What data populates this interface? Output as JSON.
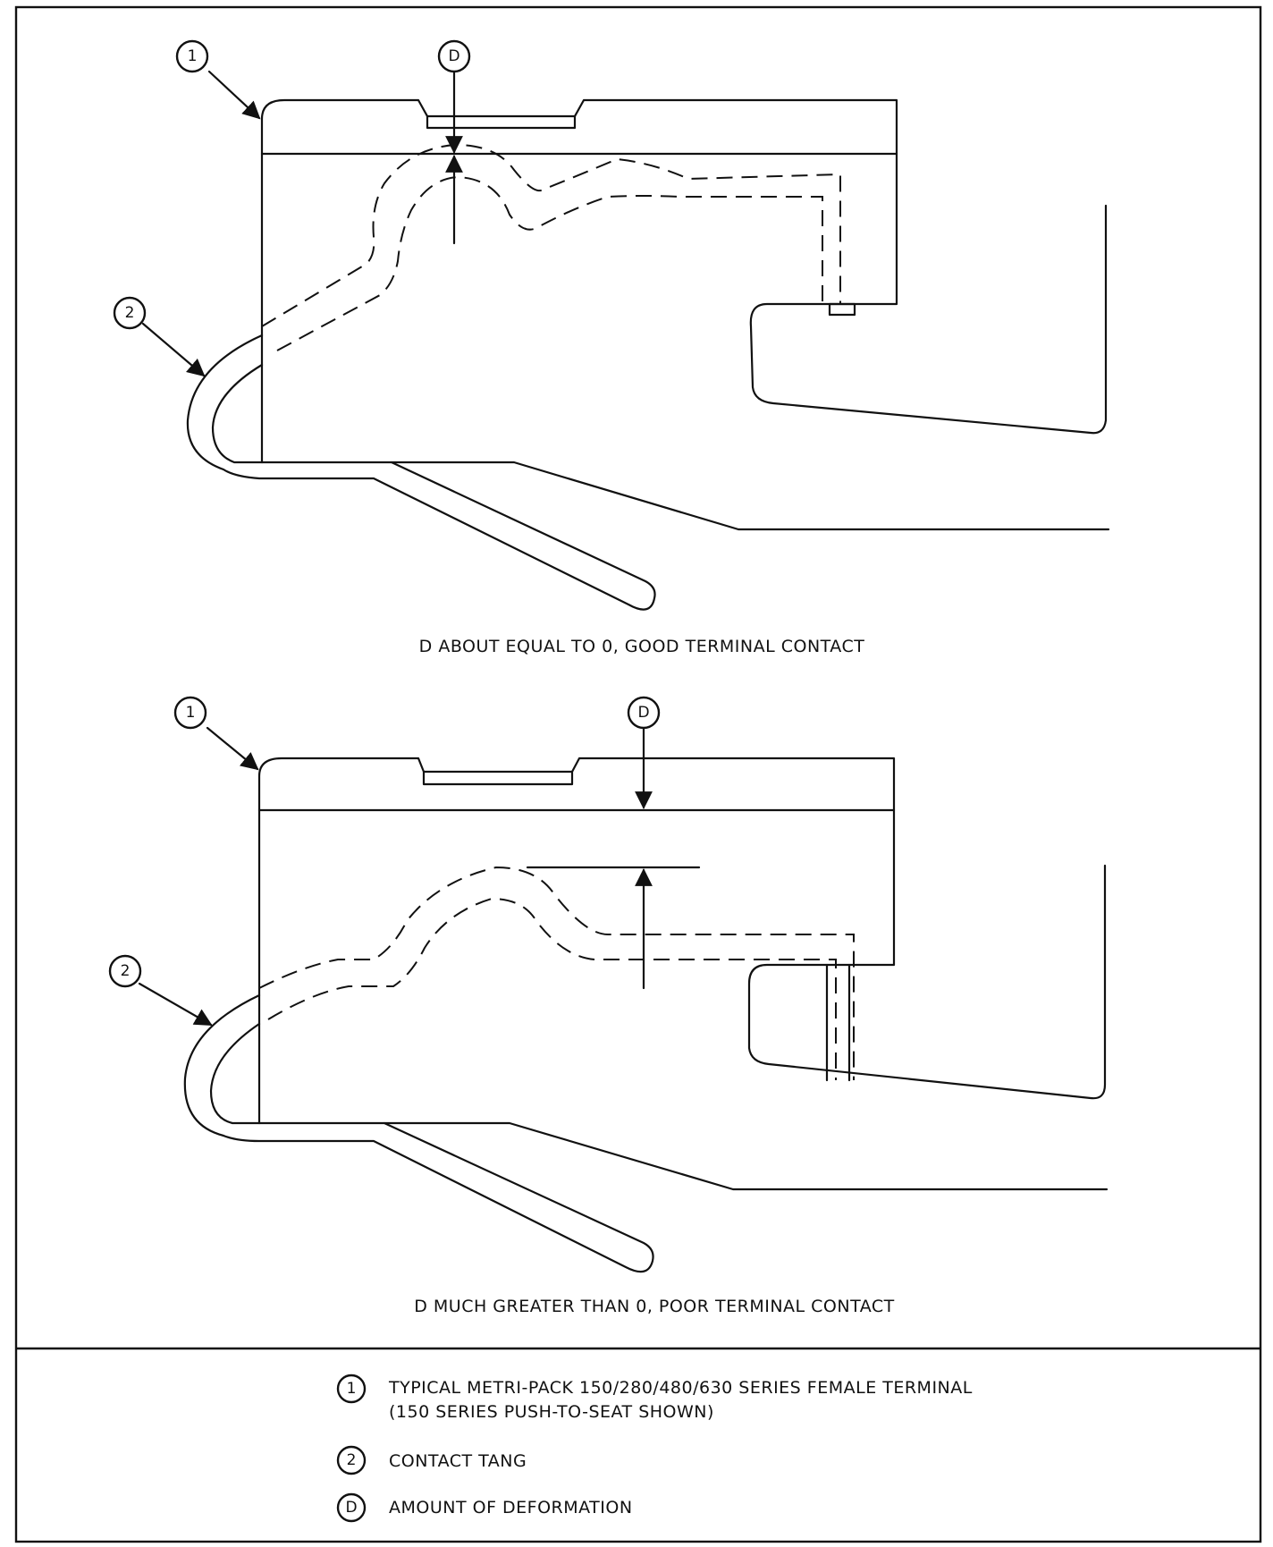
{
  "top_view": {
    "callouts": {
      "c1": "1",
      "c2": "2",
      "cd": "D"
    },
    "caption": "D ABOUT EQUAL TO 0, GOOD TERMINAL CONTACT"
  },
  "bottom_view": {
    "callouts": {
      "c1": "1",
      "c2": "2",
      "cd": "D"
    },
    "caption": "D MUCH GREATER THAN 0, POOR TERMINAL CONTACT"
  },
  "legend": {
    "items": [
      {
        "marker": "1",
        "line1": "TYPICAL METRI-PACK 150/280/480/630 SERIES FEMALE TERMINAL",
        "line2": "(150 SERIES PUSH-TO-SEAT SHOWN)"
      },
      {
        "marker": "2",
        "line1": "CONTACT TANG"
      },
      {
        "marker": "D",
        "line1": "AMOUNT OF DEFORMATION"
      }
    ]
  }
}
